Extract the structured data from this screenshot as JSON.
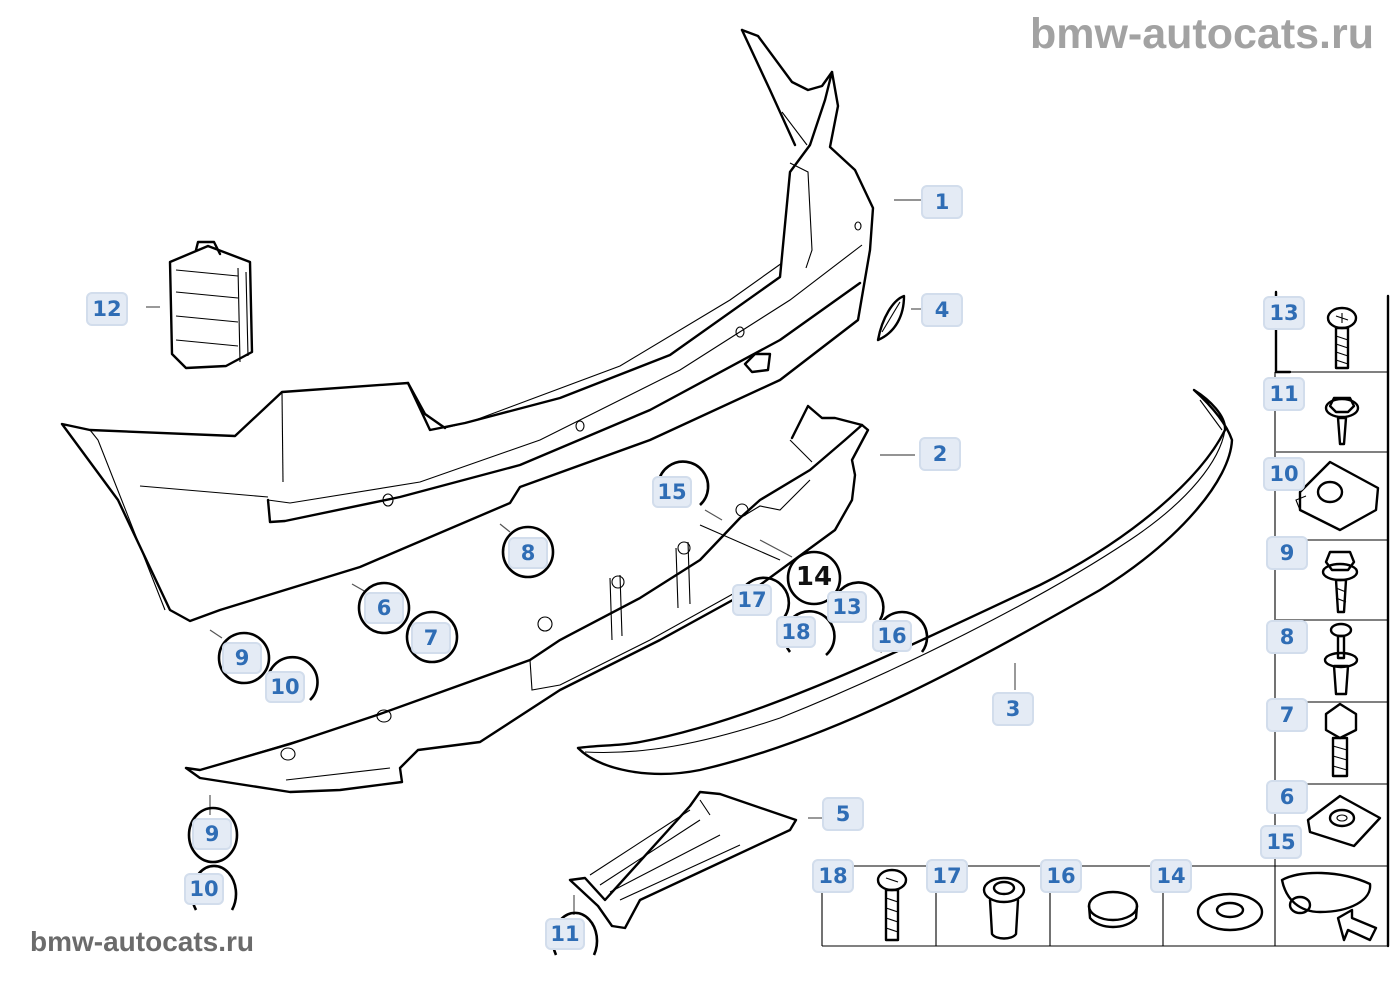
{
  "watermarks": {
    "top": "bmw-autocats.ru",
    "bottom": "bmw-autocats.ru"
  },
  "colors": {
    "callout_text": "#2f6db5",
    "callout_bg": "#e4ebf5",
    "callout_border": "#d2ddec",
    "watermark_top": "#a2a2a2",
    "watermark_bottom": "#6b6b6b",
    "line_art": "#000000"
  },
  "diagram": {
    "parts": [
      {
        "id": "1",
        "label": "1",
        "part": "bumper-trim-panel"
      },
      {
        "id": "2",
        "label": "2",
        "part": "lower-bumper-carrier"
      },
      {
        "id": "3",
        "label": "3",
        "part": "lower-trim-strip"
      },
      {
        "id": "4",
        "label": "4",
        "part": "tow-eye-cover"
      },
      {
        "id": "5",
        "label": "5",
        "part": "underbody-panel"
      },
      {
        "id": "12",
        "label": "12",
        "part": "air-vent-grille"
      }
    ],
    "callouts_main": {
      "c1": "1",
      "c2": "2",
      "c3": "3",
      "c4": "4",
      "c5": "5",
      "c12": "12",
      "c15": "15",
      "c8": "8",
      "c6": "6",
      "c7": "7",
      "c9a": "9",
      "c10a": "10",
      "c17": "17",
      "c18": "18",
      "c13": "13",
      "c16": "16",
      "c9b": "9",
      "c10b": "10",
      "c11": "11"
    },
    "ring_label_14": "14",
    "fasteners_column": [
      {
        "label": "13",
        "part": "oval-head-screw"
      },
      {
        "label": "11",
        "part": "hex-washer-screw"
      },
      {
        "label": "10",
        "part": "clip-nut"
      },
      {
        "label": "9",
        "part": "hex-flange-screw"
      },
      {
        "label": "8",
        "part": "expanding-rivet"
      },
      {
        "label": "7",
        "part": "hex-head-screw"
      },
      {
        "label": "6",
        "part": "spring-nut"
      },
      {
        "label": "15",
        "part": "vehicle-location-view"
      }
    ],
    "fasteners_row": [
      {
        "label": "18",
        "part": "oval-head-screw"
      },
      {
        "label": "17",
        "part": "rubber-nut"
      },
      {
        "label": "16",
        "part": "cap"
      },
      {
        "label": "14",
        "part": "washer"
      }
    ]
  }
}
